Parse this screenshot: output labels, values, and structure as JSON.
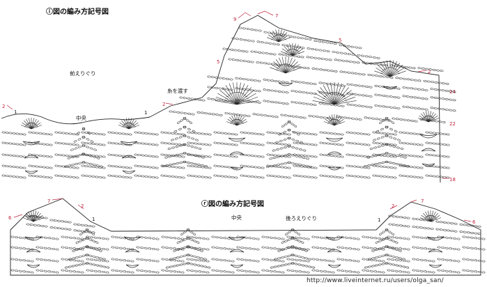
{
  "diagram_a": {
    "title": "ⓘ図の編み方記号図",
    "label_front_neck": "前えりぐり",
    "label_center": "中央",
    "label_carry_yarn": "糸を渡す",
    "row_numbers": [
      "9",
      "7",
      "5",
      "5",
      "2",
      "2",
      "1",
      "2",
      "1",
      "24",
      "22",
      "18"
    ]
  },
  "diagram_b": {
    "title": "ⓡ図の編み方記号図",
    "label_center": "中央",
    "label_back_neck": "後ろえりぐり",
    "row_numbers_left": [
      "7",
      "2",
      "6",
      "1"
    ],
    "row_numbers_right": [
      "7",
      "2",
      "6",
      "1"
    ]
  },
  "watermark": "http://www.liveinternet.ru/users/olga_san/"
}
